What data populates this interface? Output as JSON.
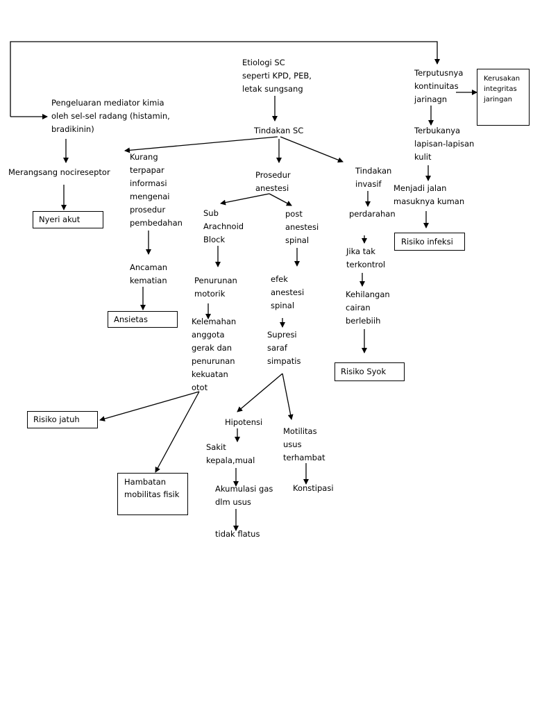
{
  "nodes": {
    "etiologi": "Etiologi SC\nseperti  KPD, PEB,\nletak sungsang",
    "tindakan_sc": "Tindakan SC",
    "pengeluaran": "Pengeluaran mediator kimia\noleh sel-sel radang (histamin,\nbradikinin)",
    "merangsang": "Merangsang nocireseptor",
    "nyeri_akut": "Nyeri akut",
    "kurang": "Kurang\nterpapar\ninformasi\nmengenai\nprosedur\npembedahan",
    "ancaman": "Ancaman\nkematian",
    "ansietas": "Ansietas",
    "prosedur": "Prosedur\nanestesi",
    "sub_arachnoid": "Sub\nArachnoid\nBlock",
    "penurunan_motorik": "Penurunan\nmotorik",
    "kelemahan": "Kelemahan\nanggota\ngerak dan\npenurunan\nkekuatan\notot",
    "risiko_jatuh": "Risiko jatuh",
    "hambatan": "Hambatan\nmobilitas fisik",
    "post_anestesi": "post\nanestesi\nspinal",
    "efek": "efek\nanestesi\nspinal",
    "supresi": "Supresi\nsaraf\nsimpatis",
    "hipotensi": "Hipotensi",
    "sakit_kepala": "Sakit\nkepala,mual",
    "akumulasi": "Akumulasi gas\ndlm usus",
    "tidak_flatus": "tidak flatus",
    "motilitas": "Motilitas\nusus\nterhambat",
    "konstipasi": "Konstipasi",
    "tindakan_invasif": "Tindakan\ninvasif",
    "perdarahan": "perdarahan",
    "jika_tak": "Jika tak\nterkontrol",
    "kehilangan": "Kehilangan\ncairan\nberlebiih",
    "risiko_syok": "Risiko Syok",
    "terputusnya": "Terputusnya\nkontinuitas\njarinagn",
    "kerusakan": "Kerusakan\nintegritas\njaringan",
    "terbukanya": "Terbukanya\nlapisan-lapisan\nkulit",
    "menjadi_jalan": "Menjadi jalan\nmasuknya kuman",
    "risiko_infeksi": "Risiko infeksi"
  }
}
